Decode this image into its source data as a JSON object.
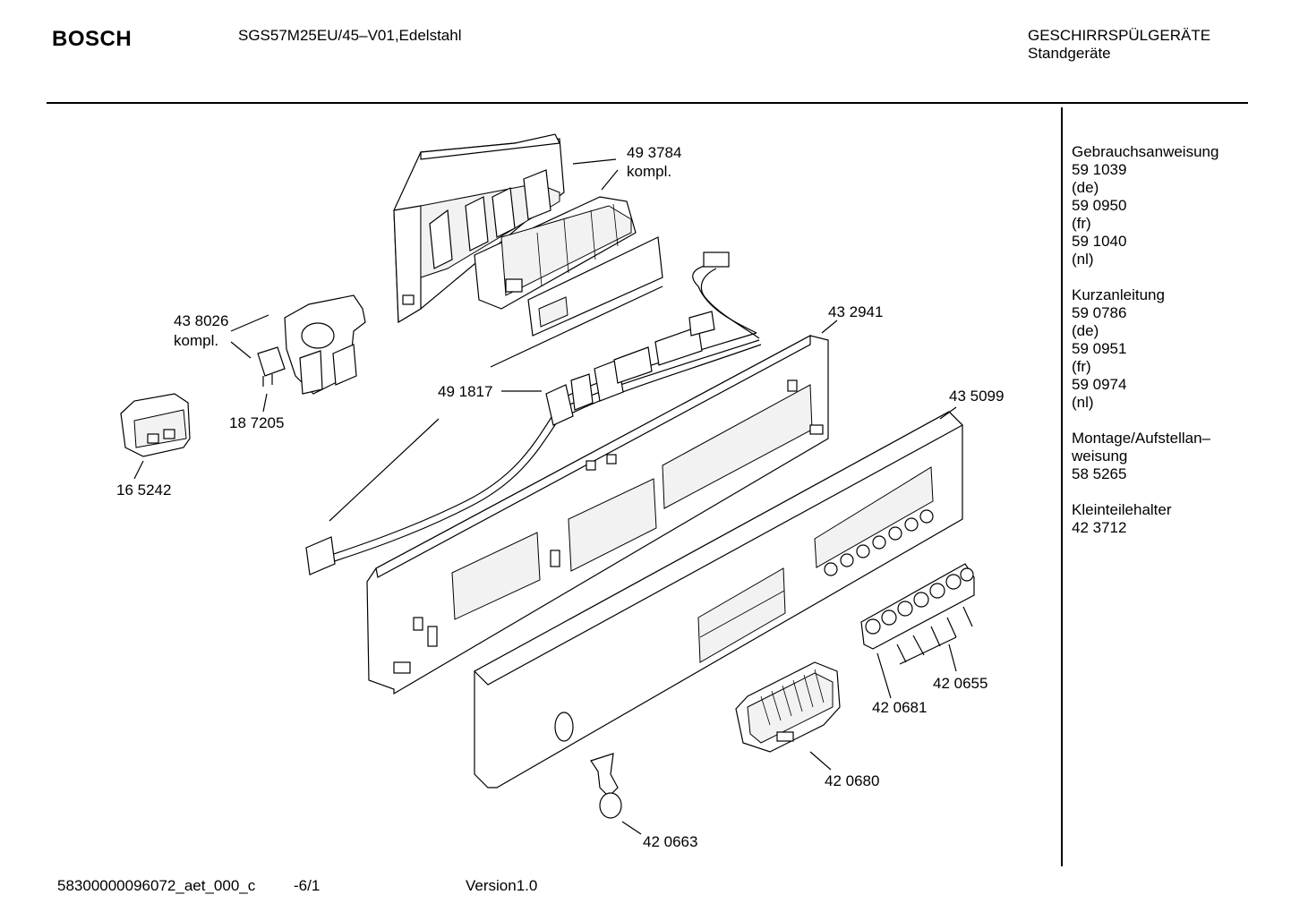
{
  "header": {
    "brand": "BOSCH",
    "model": "SGS57M25EU/45–V01,Edelstahl",
    "category_line1": "GESCHIRRSPÜLGERÄTE",
    "category_line2": "Standgeräte"
  },
  "sidebar": {
    "groups": [
      {
        "lines": [
          "Gebrauchsanweisung",
          "59 1039",
          "(de)",
          "59 0950",
          "(fr)",
          "59 1040",
          "(nl)"
        ]
      },
      {
        "lines": [
          "Kurzanleitung",
          "59 0786",
          "(de)",
          "59 0951",
          "(fr)",
          "59 0974",
          "(nl)"
        ]
      },
      {
        "lines": [
          "Montage/Aufstellan–",
          "weisung",
          "58 5265"
        ]
      },
      {
        "lines": [
          "Kleinteilehalter",
          "42 3712"
        ]
      }
    ]
  },
  "callouts": {
    "c493784": "49 3784",
    "c493784_sub": "kompl.",
    "c438026": "43 8026",
    "c438026_sub": "kompl.",
    "c187205": "18 7205",
    "c165242": "16 5242",
    "c491817": "49 1817",
    "c432941": "43 2941",
    "c435099": "43 5099",
    "c420655": "42 0655",
    "c420681": "42 0681",
    "c420680": "42 0680",
    "c420663": "42 0663"
  },
  "footer": {
    "doc_id": "58300000096072_aet_000_c",
    "page": "-6/1",
    "version": "Version1.0"
  }
}
